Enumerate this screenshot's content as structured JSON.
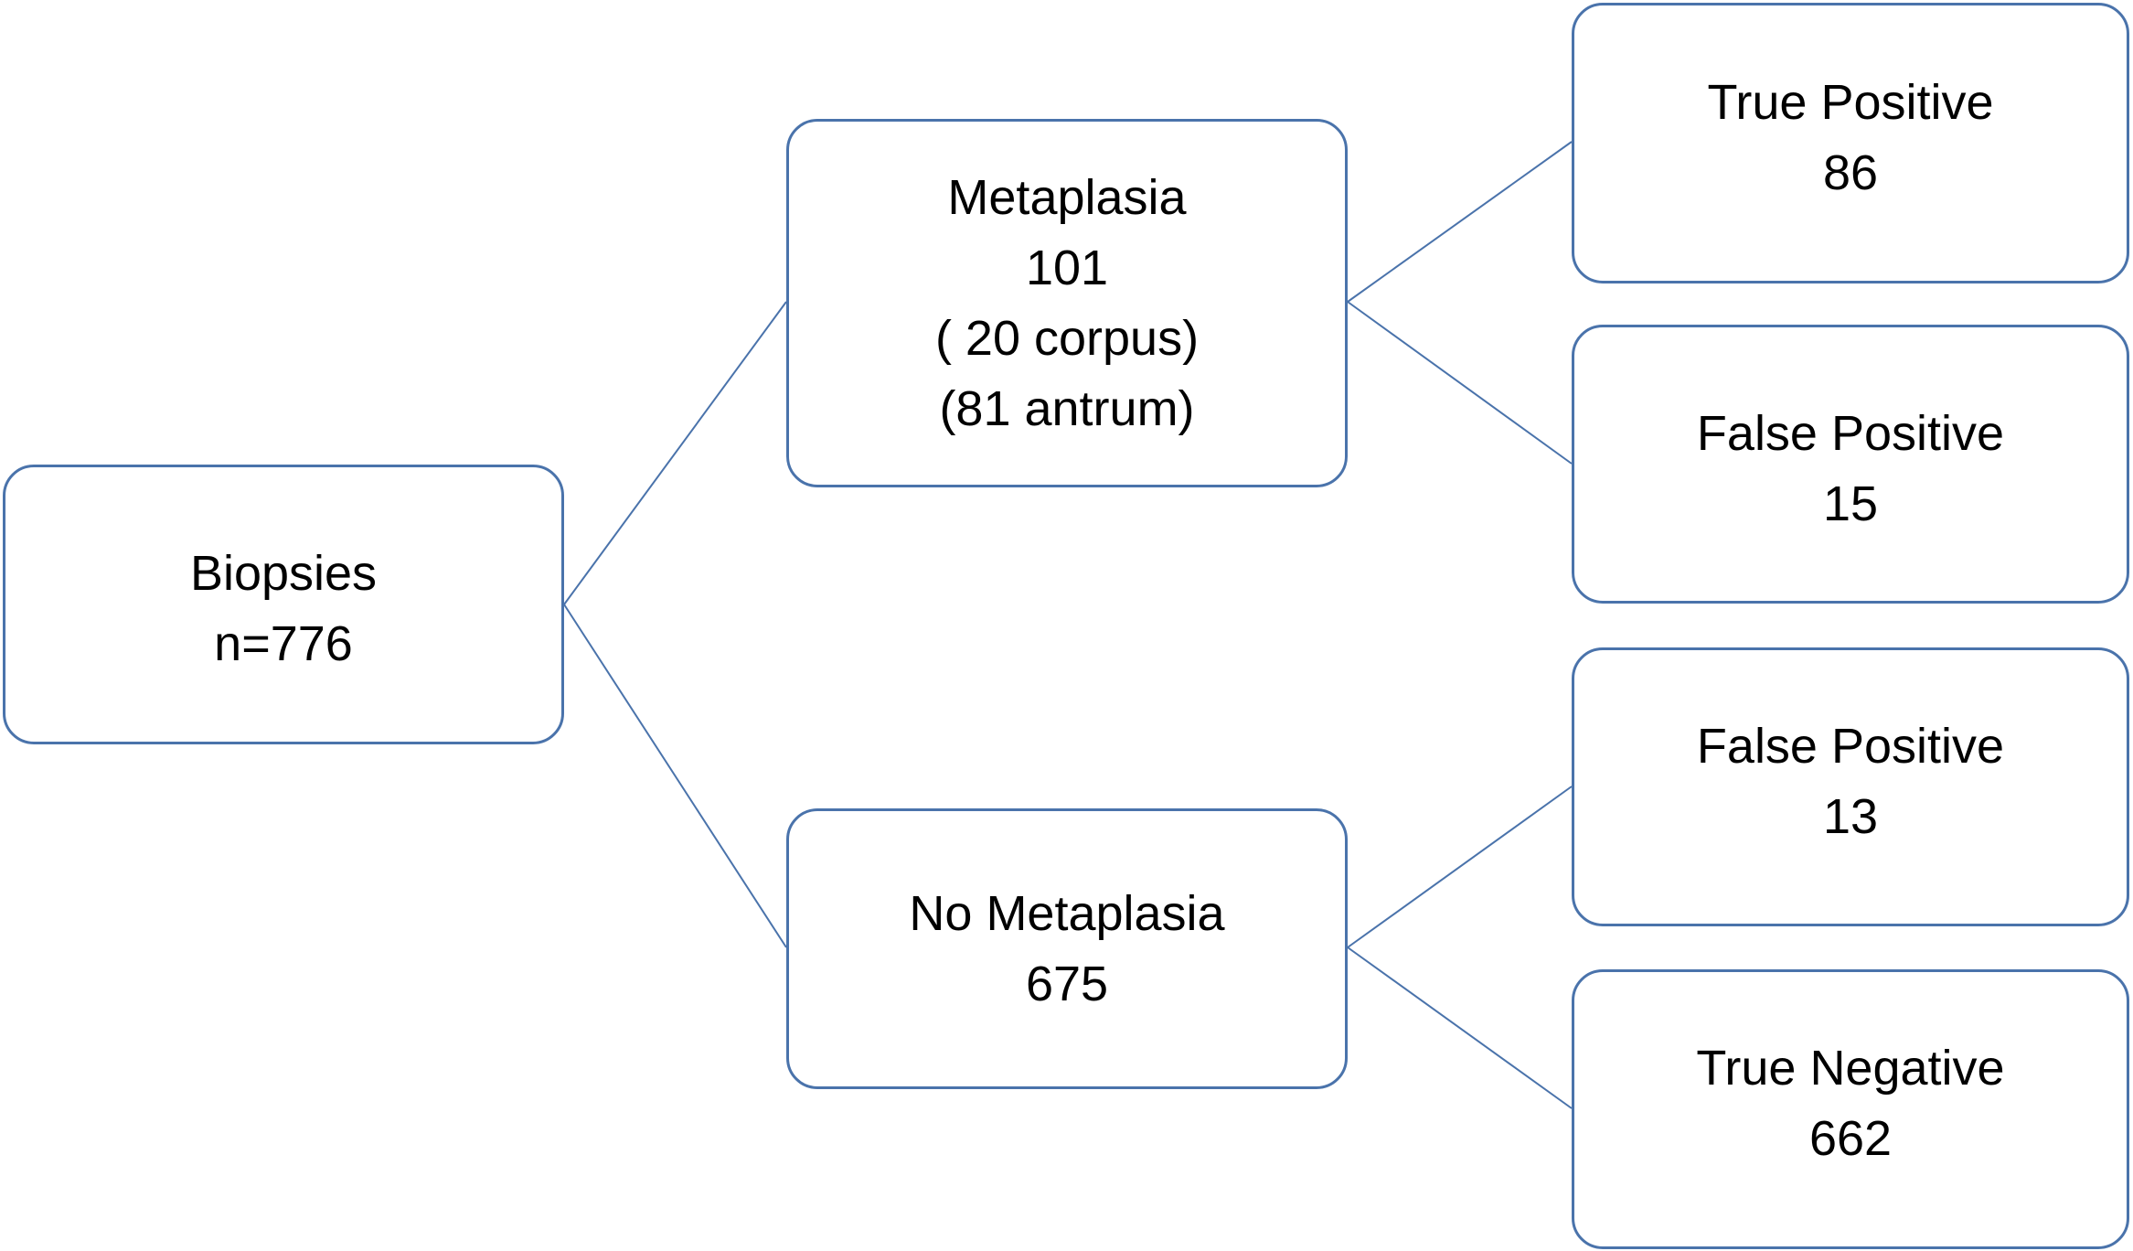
{
  "colors": {
    "border": "#4a73ab",
    "connector": "#4a73ab",
    "text": "#000000",
    "background": "#ffffff"
  },
  "nodes": {
    "biopsies": {
      "lines": [
        "Biopsies",
        "n=776"
      ]
    },
    "metaplasia": {
      "lines": [
        "Metaplasia",
        "101",
        "( 20 corpus)",
        "(81 antrum)"
      ]
    },
    "no_metaplasia": {
      "lines": [
        "No Metaplasia",
        "675"
      ]
    },
    "true_positive": {
      "lines": [
        "True Positive",
        "86"
      ]
    },
    "false_positive_1": {
      "lines": [
        "False Positive",
        "15"
      ]
    },
    "false_positive_2": {
      "lines": [
        "False Positive",
        "13"
      ]
    },
    "true_negative": {
      "lines": [
        "True Negative",
        "662"
      ]
    }
  }
}
